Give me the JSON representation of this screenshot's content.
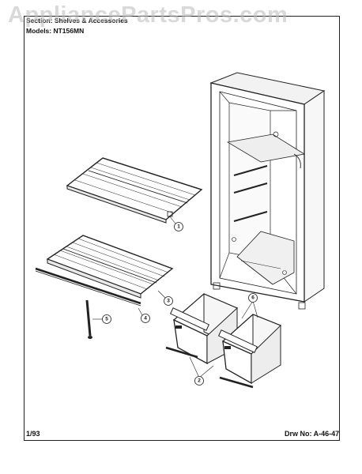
{
  "header": {
    "section_line": "Section: Shelves & Accessories",
    "model_line": "Models: NT156MN"
  },
  "watermark": "AppliancePartsPros.com",
  "footer": {
    "date": "1/93",
    "drawing_number": "Drw No: A-46-47"
  },
  "callouts": [
    "1",
    "2",
    "3",
    "4",
    "5",
    "6"
  ]
}
